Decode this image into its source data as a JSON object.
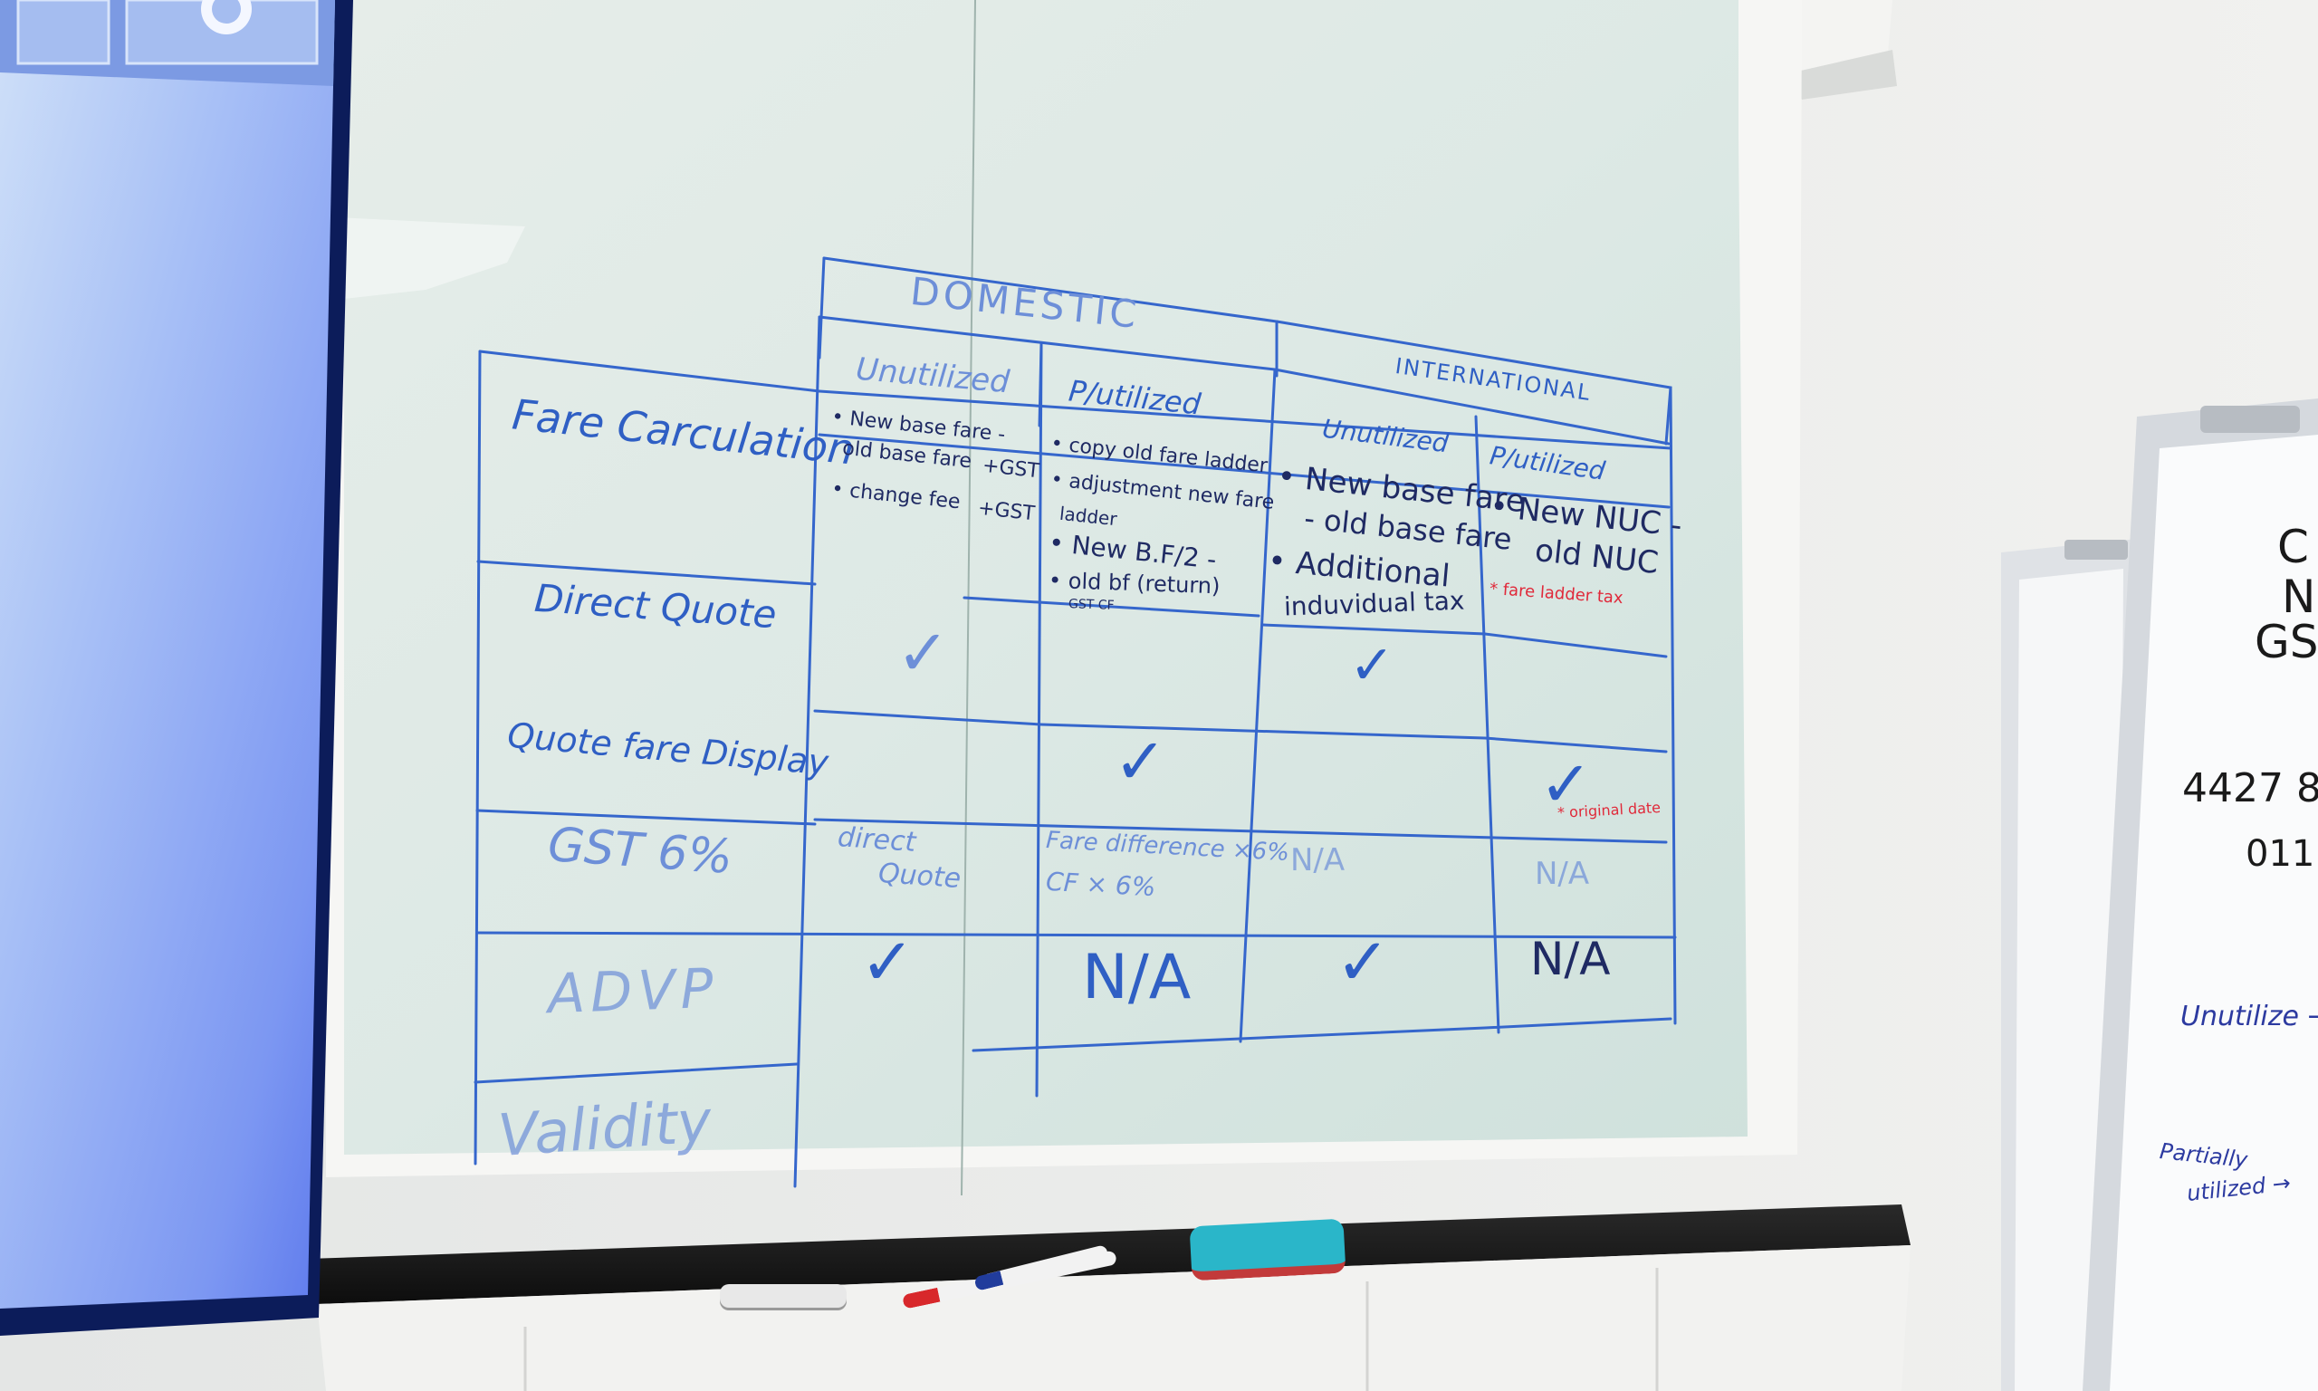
{
  "whiteboard": {
    "header": {
      "domestic": "DOMESTIC",
      "international": "INTERNATIONAL",
      "dom_unutilized": "Unutilized",
      "dom_putilized": "P/utilized",
      "intl_unutilized": "Unutilized",
      "intl_putilized": "P/utilized"
    },
    "rows": {
      "fare_calculation": "Fare Carculation",
      "direct_quote": "Direct Quote",
      "quote_fare_display": "Quote fare Display",
      "gst": "GST 6%",
      "advp": "ADVP",
      "validity": "Validity"
    },
    "cells": {
      "fc_dom_un_1": "• New base fare -",
      "fc_dom_un_2": "old base fare",
      "fc_dom_un_3": "• change fee",
      "fc_gst_1": "+GST",
      "fc_gst_2": "+GST",
      "fc_dom_p_1": "• copy old fare ladder",
      "fc_dom_p_2": "• adjustment new fare",
      "fc_dom_p_3": "ladder",
      "fc_dom_p_4": "• New B.F/2 -",
      "fc_dom_p_5": "• old bf (return)",
      "fc_dom_p_6": "GST  CF",
      "fc_intl_un_1": "• New base fare",
      "fc_intl_un_2": "- old base fare",
      "fc_intl_un_3": "• Additional",
      "fc_intl_un_4": "induvidual tax",
      "fc_intl_p_1": "• New NUC -",
      "fc_intl_p_2": "old NUC",
      "fc_intl_p_red": "* fare ladder tax",
      "check": "✓",
      "qfd_red": "* original date",
      "gst_dom_un_1": "direct",
      "gst_dom_un_2": "Quote",
      "gst_dom_p_1": "Fare difference ×6%",
      "gst_dom_p_2": "CF × 6%",
      "na": "N/A"
    }
  },
  "right_board": {
    "lines": [
      "C",
      "N",
      "GS",
      "4427 8",
      "011",
      "Unutilize →",
      "Partially",
      "utilized →"
    ]
  },
  "colors": {
    "marker_blue": "#2f5fc4",
    "marker_red": "#e0293a",
    "screen_blue": "#4a6bf0"
  }
}
